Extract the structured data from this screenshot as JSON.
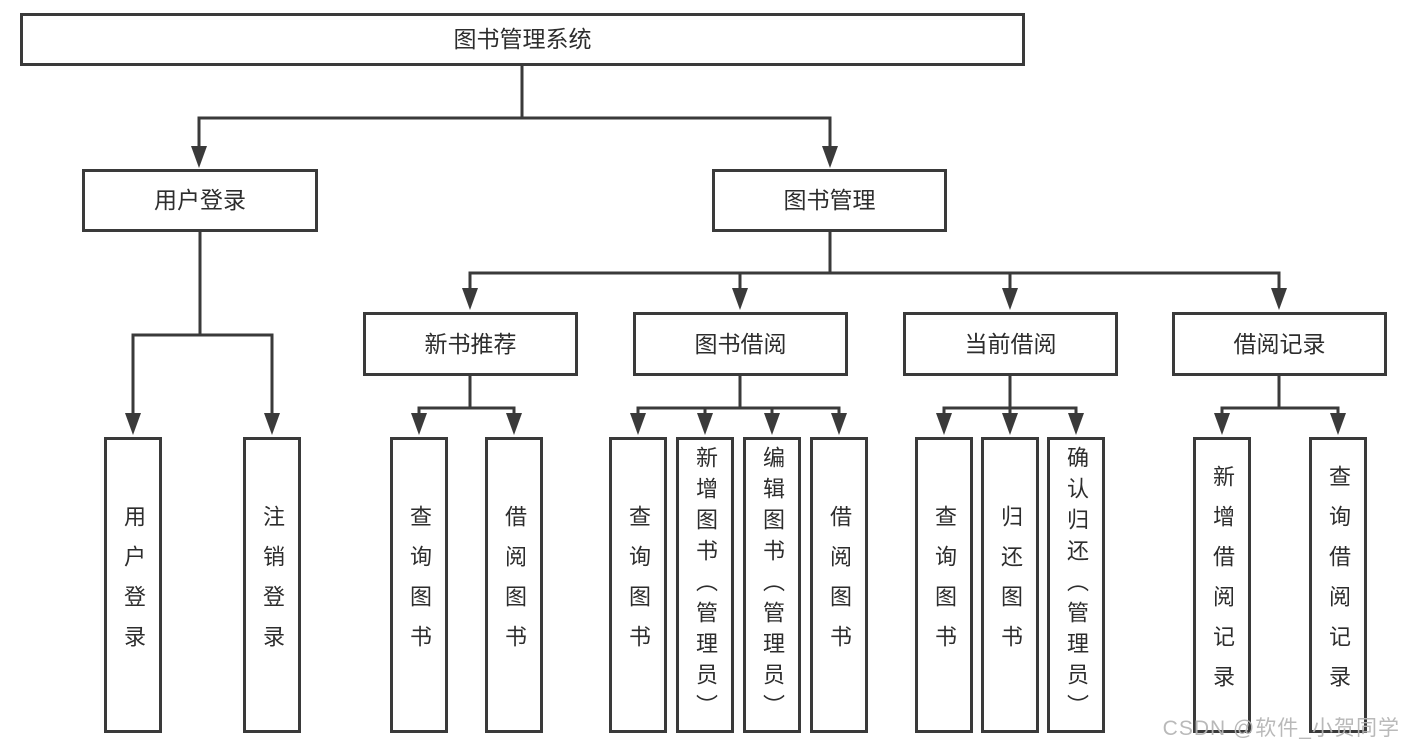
{
  "colors": {
    "line": "#3a3a3a",
    "text": "#2d2d2d",
    "background": "#ffffff",
    "watermark": "#b6b6b6"
  },
  "watermark": {
    "text": "CSDN @软件_小贺同学"
  },
  "diagram": {
    "root": {
      "label": "图书管理系统"
    },
    "user_login": {
      "label": "用户登录",
      "children": [
        {
          "label": "用户登录"
        },
        {
          "label": "注销登录"
        }
      ]
    },
    "book_management": {
      "label": "图书管理",
      "sections": [
        {
          "label": "新书推荐",
          "children": [
            {
              "label": "查询图书"
            },
            {
              "label": "借阅图书"
            }
          ]
        },
        {
          "label": "图书借阅",
          "children": [
            {
              "label": "查询图书"
            },
            {
              "label": "新增图书（管理员）"
            },
            {
              "label": "编辑图书（管理员）"
            },
            {
              "label": "借阅图书"
            }
          ]
        },
        {
          "label": "当前借阅",
          "children": [
            {
              "label": "查询图书"
            },
            {
              "label": "归还图书"
            },
            {
              "label": "确认归还（管理员）"
            }
          ]
        },
        {
          "label": "借阅记录",
          "children": [
            {
              "label": "新增借阅记录"
            },
            {
              "label": "查询借阅记录"
            }
          ]
        }
      ]
    }
  }
}
